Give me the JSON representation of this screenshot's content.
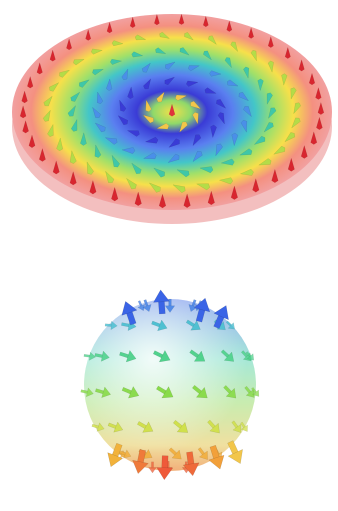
{
  "figure": {
    "panels": [
      {
        "id": "skyrmion-disk",
        "kind": "flat-disk-spin-texture",
        "palette": [
          "#e0333c",
          "#f06a5a",
          "#f7e04a",
          "#a9e25a",
          "#4fd08a",
          "#43c6c8",
          "#5a7ff0",
          "#3a3bd6"
        ],
        "arrow_rings": 6
      },
      {
        "id": "hedgehog-sphere",
        "kind": "sphere-spin-texture",
        "palette": [
          "#3a5ee6",
          "#47b6e6",
          "#3fd0a0",
          "#7ad94a",
          "#cbe64a",
          "#f2b23a",
          "#ef5a3a"
        ]
      }
    ],
    "colors": {
      "background": "#ffffff",
      "disk_edge": "#f3a3a3",
      "sphere_highlight": "#f4f8f0"
    }
  }
}
